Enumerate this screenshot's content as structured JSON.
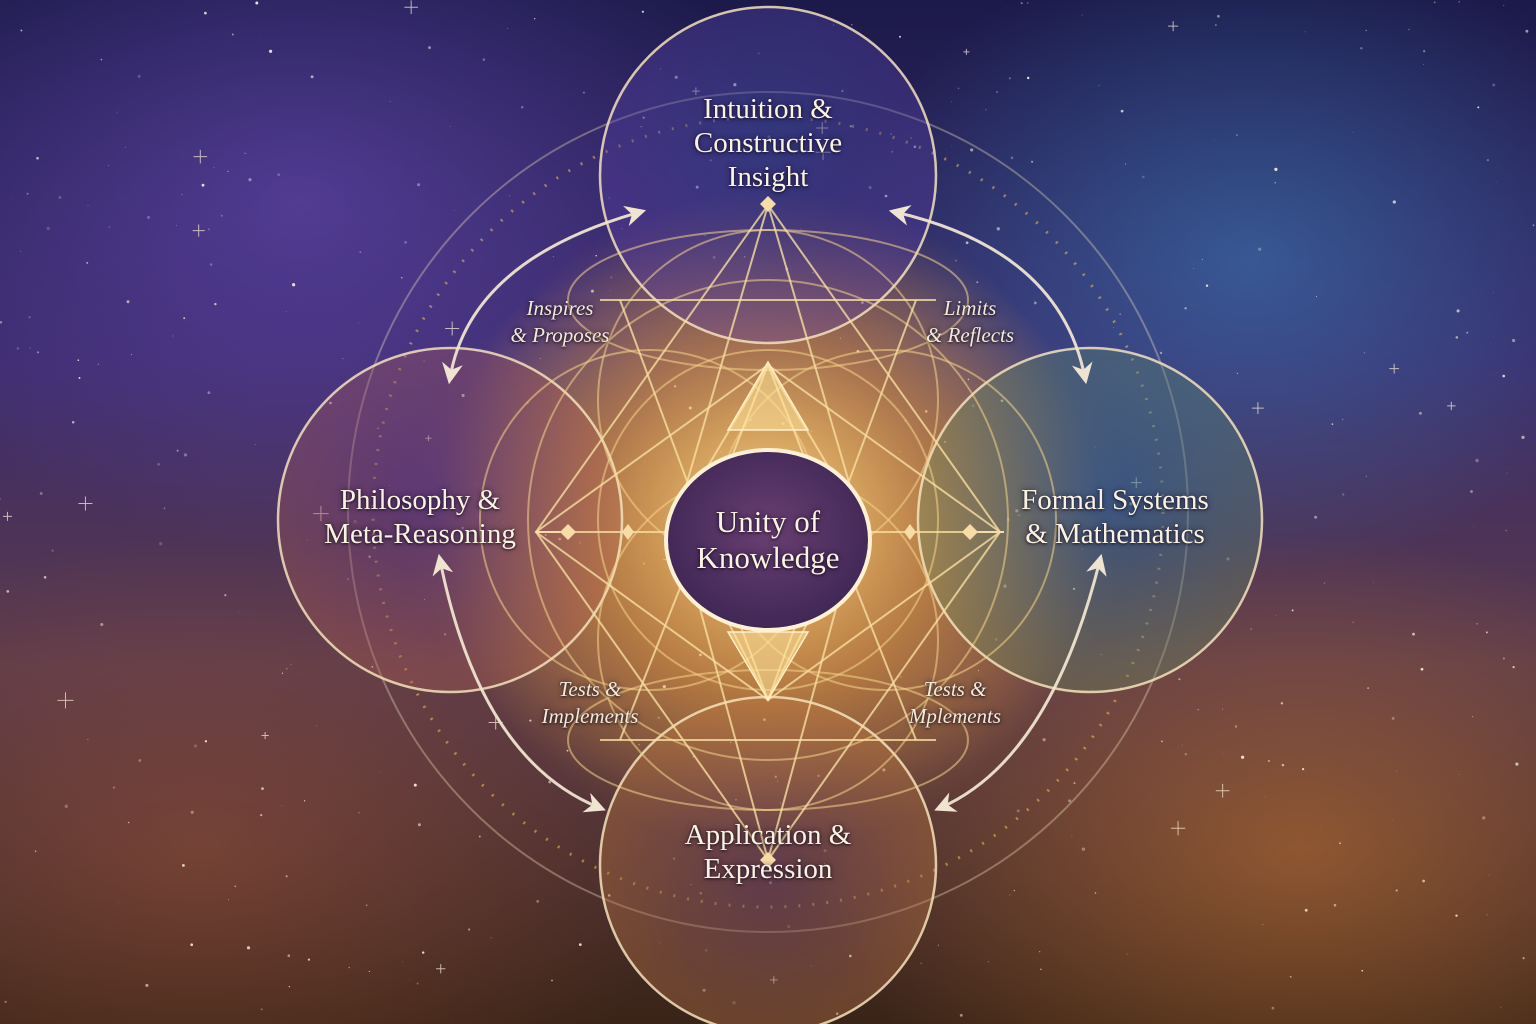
{
  "diagram": {
    "center": {
      "label": "Unity of\nKnowledge"
    },
    "nodes": {
      "top": {
        "label": "Intuition &\nConstructive\nInsight"
      },
      "left": {
        "label": "Philosophy &\nMeta-Reasoning"
      },
      "right": {
        "label": "Formal Systems\n& Mathematics"
      },
      "bottom": {
        "label": "Application &\nExpression"
      }
    },
    "relations": {
      "top_left": {
        "label": "Inspires\n& Proposes"
      },
      "top_right": {
        "label": "Limits\n& Reflects"
      },
      "bottom_left": {
        "label": "Tests &\nImplements"
      },
      "bottom_right": {
        "label": "Tests &\nMplements"
      }
    }
  },
  "colors": {
    "line": "#f4e2bc",
    "glow": "#f6c25a",
    "center_fill": "#4a2f5e"
  }
}
